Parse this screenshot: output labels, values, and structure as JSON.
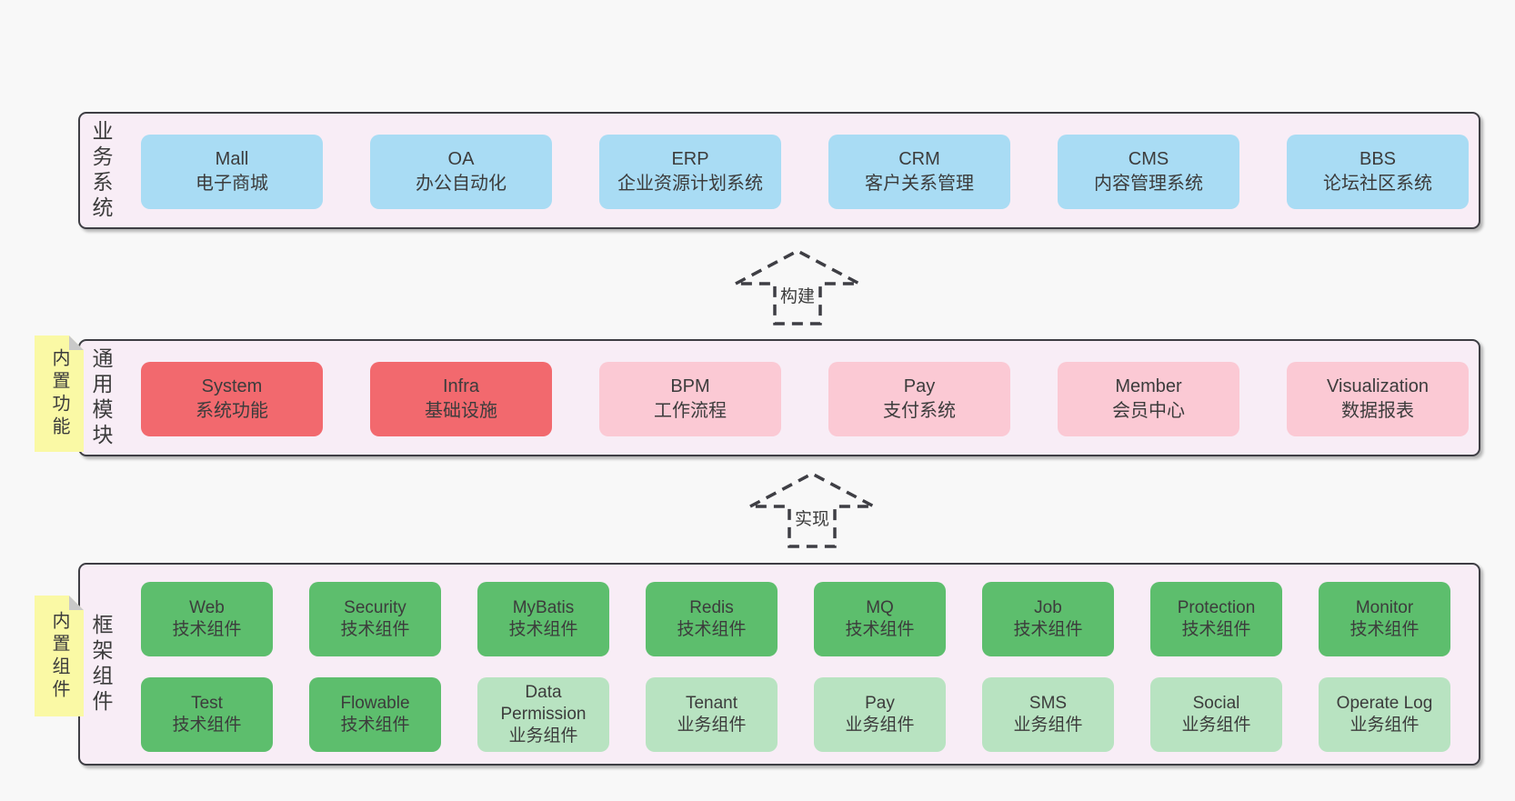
{
  "colors": {
    "page-bg": "#f8f8f8",
    "band-bg": "#f8edf6",
    "band-border": "#3e3e44",
    "text": "#3c3c3c",
    "blue": "#a9dcf4",
    "red": "#f2696e",
    "pink": "#fbc9d4",
    "green": "#5dbe6d",
    "green-light": "#b8e3c1",
    "note-yellow": "#faf9a5",
    "note-fold": "#c9c9c9"
  },
  "bands": [
    {
      "label": "业务系统",
      "boxes": [
        {
          "name": "Mall",
          "subtitle": "电子商城",
          "variant": "blue"
        },
        {
          "name": "OA",
          "subtitle": "办公自动化",
          "variant": "blue"
        },
        {
          "name": "ERP",
          "subtitle": "企业资源计划系统",
          "variant": "blue"
        },
        {
          "name": "CRM",
          "subtitle": "客户关系管理",
          "variant": "blue"
        },
        {
          "name": "CMS",
          "subtitle": "内容管理系统",
          "variant": "blue"
        },
        {
          "name": "BBS",
          "subtitle": "论坛社区系统",
          "variant": "blue"
        }
      ]
    },
    {
      "label": "通用模块",
      "note": "内置功能",
      "boxes": [
        {
          "name": "System",
          "subtitle": "系统功能",
          "variant": "red"
        },
        {
          "name": "Infra",
          "subtitle": "基础设施",
          "variant": "red"
        },
        {
          "name": "BPM",
          "subtitle": "工作流程",
          "variant": "pink"
        },
        {
          "name": "Pay",
          "subtitle": "支付系统",
          "variant": "pink"
        },
        {
          "name": "Member",
          "subtitle": "会员中心",
          "variant": "pink"
        },
        {
          "name": "Visualization",
          "subtitle": "数据报表",
          "variant": "pink"
        }
      ]
    },
    {
      "label": "框架组件",
      "note": "内置组件",
      "rows": [
        [
          {
            "name": "Web",
            "subtitle": "技术组件",
            "variant": "green"
          },
          {
            "name": "Security",
            "subtitle": "技术组件",
            "variant": "green"
          },
          {
            "name": "MyBatis",
            "subtitle": "技术组件",
            "variant": "green"
          },
          {
            "name": "Redis",
            "subtitle": "技术组件",
            "variant": "green"
          },
          {
            "name": "MQ",
            "subtitle": "技术组件",
            "variant": "green"
          },
          {
            "name": "Job",
            "subtitle": "技术组件",
            "variant": "green"
          },
          {
            "name": "Protection",
            "subtitle": "技术组件",
            "variant": "green"
          },
          {
            "name": "Monitor",
            "subtitle": "技术组件",
            "variant": "green"
          }
        ],
        [
          {
            "name": "Test",
            "subtitle": "技术组件",
            "variant": "green"
          },
          {
            "name": "Flowable",
            "subtitle": "技术组件",
            "variant": "green"
          },
          {
            "name": "Data Permission",
            "subtitle": "业务组件",
            "variant": "green-light"
          },
          {
            "name": "Tenant",
            "subtitle": "业务组件",
            "variant": "green-light"
          },
          {
            "name": "Pay",
            "subtitle": "业务组件",
            "variant": "green-light"
          },
          {
            "name": "SMS",
            "subtitle": "业务组件",
            "variant": "green-light"
          },
          {
            "name": "Social",
            "subtitle": "业务组件",
            "variant": "green-light"
          },
          {
            "name": "Operate Log",
            "subtitle": "业务组件",
            "variant": "green-light"
          }
        ]
      ]
    }
  ],
  "arrows": [
    {
      "label": "构建"
    },
    {
      "label": "实现"
    }
  ]
}
